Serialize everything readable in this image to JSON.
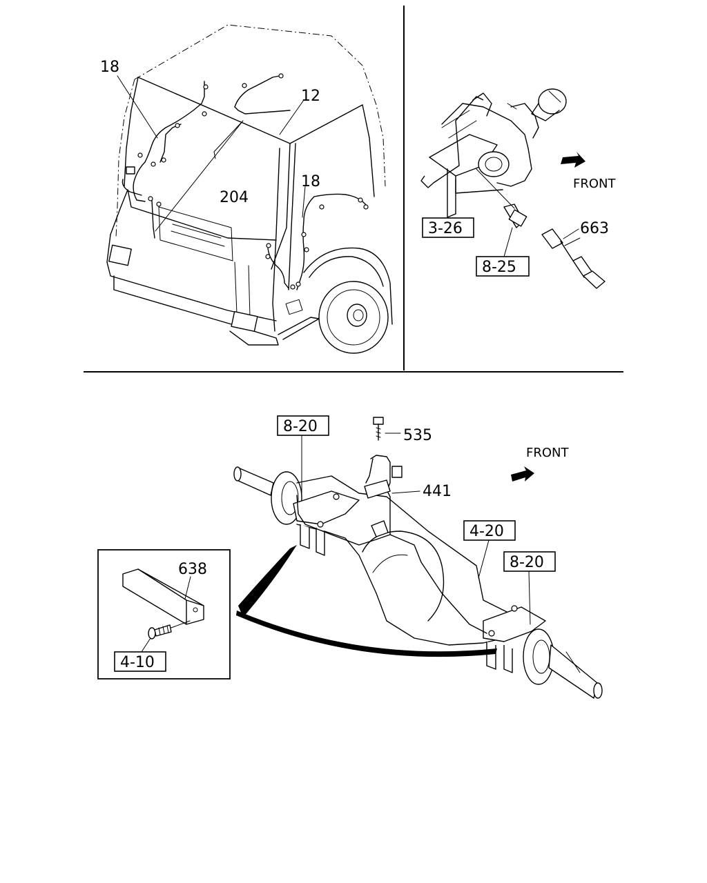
{
  "labels": {
    "cab": {
      "l18a": "18",
      "l12": "12",
      "l204": "204",
      "l18b": "18"
    },
    "switch": {
      "front": "FRONT",
      "l326": "3-26",
      "l663": "663",
      "l825": "8-25"
    },
    "axle": {
      "l820a": "8-20",
      "l535": "535",
      "front": "FRONT",
      "l441": "441",
      "l420": "4-20",
      "l820b": "8-20"
    },
    "inset": {
      "l638": "638",
      "l410": "4-10"
    }
  }
}
